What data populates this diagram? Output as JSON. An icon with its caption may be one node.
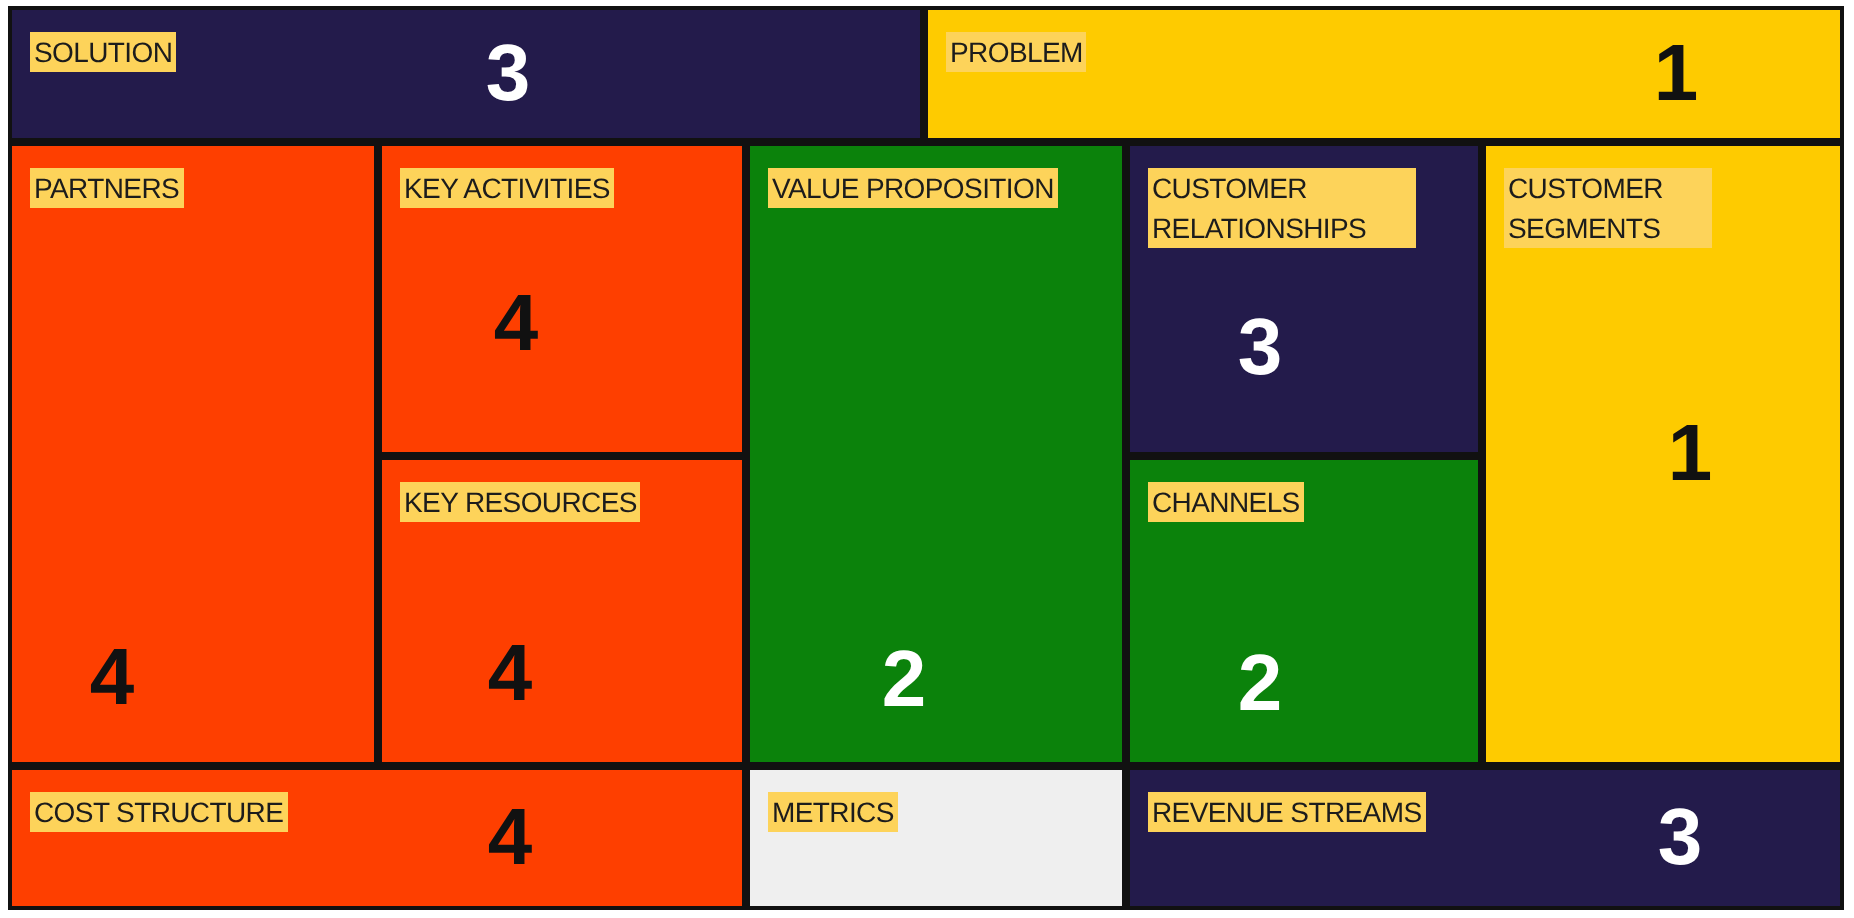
{
  "diagram": {
    "nodes": [
      {
        "text": [
          "SOLUTION",
          "3"
        ]
      },
      {
        "text": [
          "PROBLEM",
          "1"
        ]
      },
      {
        "text": [
          "PARTNERS",
          "4"
        ]
      },
      {
        "text": [
          "KEY ACTIVITIES",
          "4"
        ]
      },
      {
        "text": [
          "KEY RESOURCES",
          "4"
        ]
      },
      {
        "text": [
          "VALUE PROPOSITION",
          "2"
        ]
      },
      {
        "text": [
          "CUSTOMER RELATIONSHIPS",
          "3"
        ]
      },
      {
        "text": [
          "CHANNELS",
          "2"
        ]
      },
      {
        "text": [
          "CUSTOMER SEGMENTS",
          "1"
        ]
      },
      {
        "text": [
          "COST STRUCTURE",
          "4"
        ]
      },
      {
        "text": [
          "METRICS"
        ]
      },
      {
        "text": [
          "REVENUE STREAMS",
          "3"
        ]
      }
    ]
  }
}
